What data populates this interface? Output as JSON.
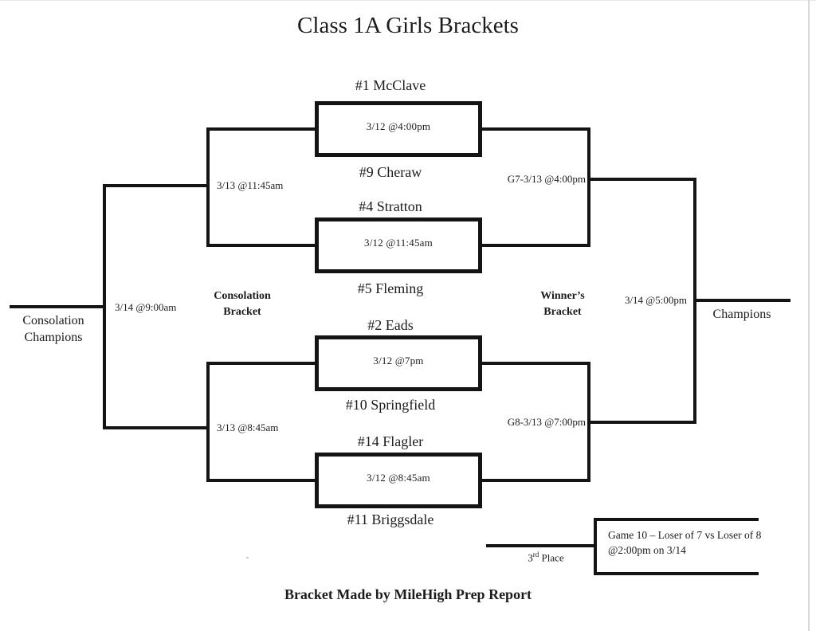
{
  "title": "Class 1A Girls Brackets",
  "games": [
    {
      "top_team": "#1 McClave",
      "bottom_team": "#9 Cheraw",
      "time": "3/12 @4:00pm"
    },
    {
      "top_team": "#4 Stratton",
      "bottom_team": "#5 Fleming",
      "time": "3/12 @11:45am"
    },
    {
      "top_team": "#2 Eads",
      "bottom_team": "#10 Springfield",
      "time": "3/12 @7pm"
    },
    {
      "top_team": "#14 Flagler",
      "bottom_team": "#11 Briggsdale",
      "time": "3/12 @8:45am"
    }
  ],
  "winners": {
    "label_line1": "Winner’s",
    "label_line2": "Bracket",
    "semifinal_top": "G7-3/13 @4:00pm",
    "semifinal_bottom": "G8-3/13 @7:00pm",
    "final_time": "3/14 @5:00pm",
    "champion_label": "Champions"
  },
  "consolation": {
    "label_line1": "Consolation",
    "label_line2": "Bracket",
    "semifinal_top": "3/13 @11:45am",
    "semifinal_bottom": "3/13 @8:45am",
    "final_time": "3/14 @9:00am",
    "champion_label_line1": "Consolation",
    "champion_label_line2": "Champions"
  },
  "third_place": {
    "label_num": "3",
    "label_sup": "rd",
    "label_rest": " Place",
    "line1": "Game 10 – Loser of 7 vs Loser of 8",
    "line2": "@2:00pm on 3/14"
  },
  "footer": "Bracket Made by MileHigh Prep Report",
  "colors": {
    "line": "#141414",
    "background": "#ffffff",
    "page_edge": "#d9d9d9"
  }
}
